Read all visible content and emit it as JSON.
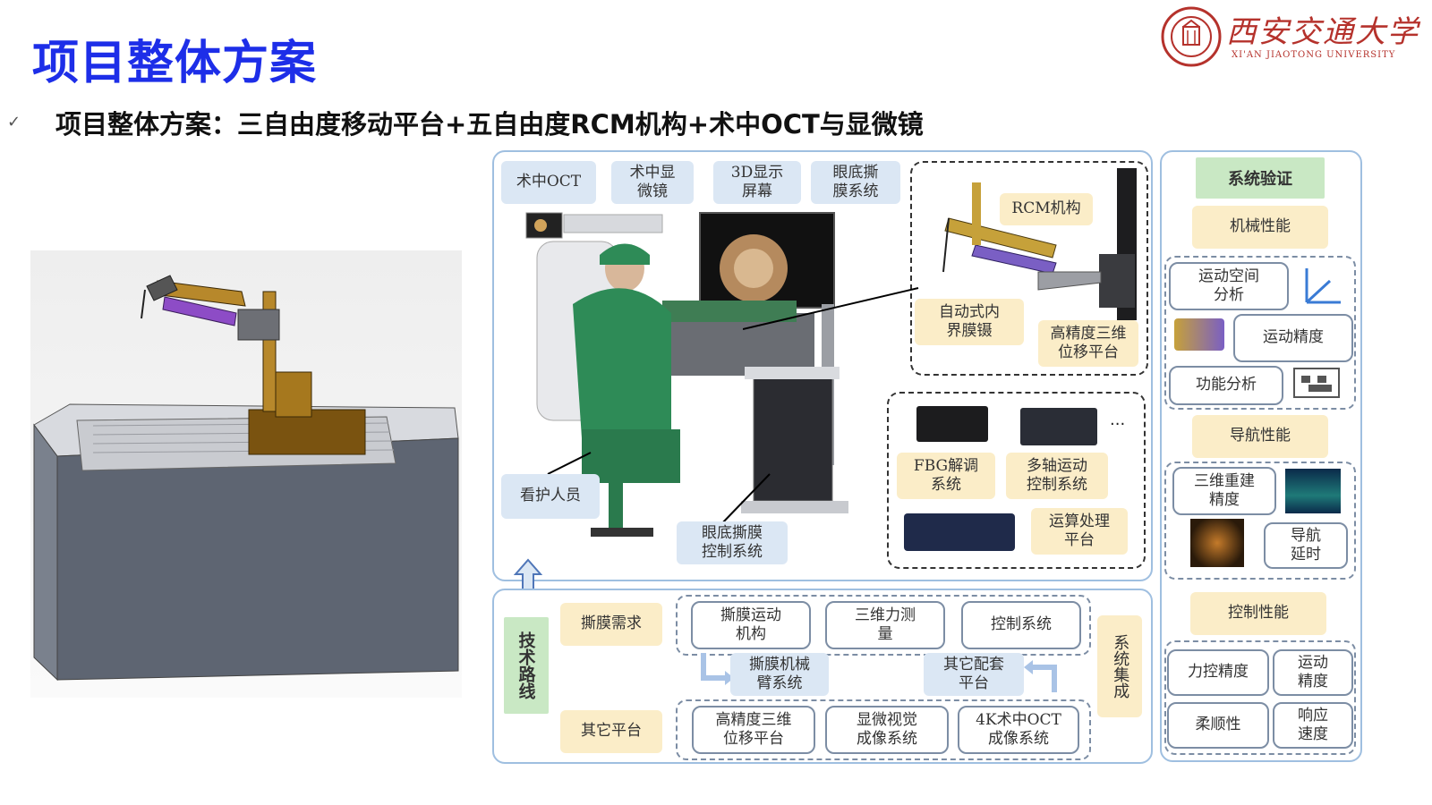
{
  "colors": {
    "title": "#1d2ee8",
    "panel_border": "#9fbfe0",
    "label_blue": "#dbe7f4",
    "label_yellow": "#fbedc8",
    "label_green": "#c9e8c4",
    "logo_red": "#b5322c"
  },
  "header": {
    "title": "项目整体方案",
    "subtitle": "项目整体方案：三自由度移动平台+五自由度RCM机构+术中OCT与显微镜",
    "check_icon": "✓",
    "logo": {
      "cn": "西安交通大学",
      "en": "XI'AN JIAOTONG UNIVERSITY",
      "icon": "university-seal-icon"
    }
  },
  "system_panel": {
    "top_labels": [
      "术中OCT",
      "术中显\n微镜",
      "3D显示\n屏幕",
      "眼底撕\n膜系统"
    ],
    "nurse": "看护人员",
    "control_system": "眼底撕膜\n控制系统",
    "rcm_box": {
      "rcm": "RCM机构",
      "tweezers": "自动式内\n界膜镊",
      "stage": "高精度三维\n位移平台"
    },
    "hardware_box": {
      "fbg": "FBG解调\n系统",
      "motion": "多轴运动\n控制系统",
      "compute": "运算处理\n平台",
      "ellipsis": "···"
    }
  },
  "tech_route": {
    "title": "技术路线",
    "row1_label": "撕膜需求",
    "row1_items": [
      "撕膜运动\n机构",
      "三维力测\n量",
      "控制系统"
    ],
    "mid_items": [
      "撕膜机械\n臂系统",
      "其它配套\n平台"
    ],
    "row2_label": "其它平台",
    "row2_items": [
      "高精度三维\n位移平台",
      "显微视觉\n成像系统",
      "4K术中OCT\n成像系统"
    ],
    "integration": "系统集成"
  },
  "verification": {
    "title": "系统验证",
    "mech": {
      "label": "机械性能",
      "items": [
        "运动空间\n分析",
        "运动精度",
        "功能分析"
      ]
    },
    "nav": {
      "label": "导航性能",
      "items": [
        "三维重建\n精度",
        "导航\n延时"
      ]
    },
    "ctrl": {
      "label": "控制性能",
      "items": [
        "力控精度",
        "运动\n精度",
        "柔顺性",
        "响应\n速度"
      ]
    }
  }
}
